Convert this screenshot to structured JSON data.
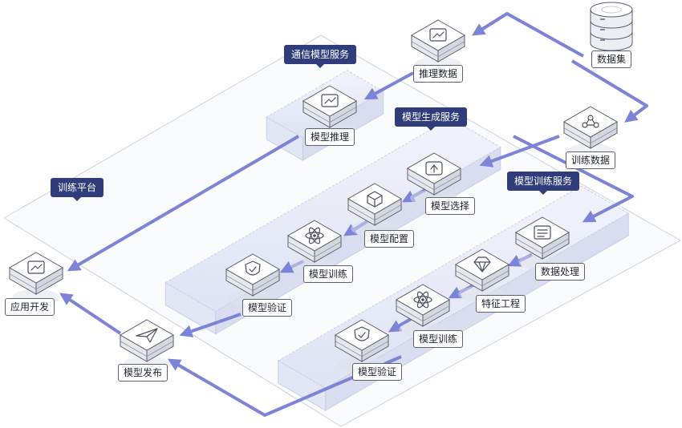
{
  "service_groups": {
    "comm_service": "通信模型服务",
    "gen_service": "模型生成服务",
    "train_service": "模型训练服务",
    "platform": "训练平台"
  },
  "nodes": {
    "dataset": "数据集",
    "inference_data": "推理数据",
    "training_data": "训练数据",
    "model_inference": "模型推理",
    "model_select": "模型选择",
    "model_config": "模型配置",
    "model_train_gen": "模型训练",
    "model_validate_gen": "模型验证",
    "data_process": "数据处理",
    "feature_eng": "特征工程",
    "model_train_tr": "模型训练",
    "model_validate_tr": "模型验证",
    "model_publish": "模型发布",
    "app_dev": "应用开发"
  },
  "icons": {
    "dataset": "database-icon",
    "inference_data": "chart-icon",
    "training_data": "network-icon",
    "model_inference": "chart-icon",
    "model_select": "upload-icon",
    "model_config": "cube-icon",
    "model_train": "atom-icon",
    "model_validate": "shield-icon",
    "data_process": "list-icon",
    "feature_eng": "gem-icon",
    "model_publish": "paper-plane-icon",
    "app_dev": "chart-icon"
  },
  "colors": {
    "flow_arrow": "#7b84d6",
    "service_tag": "#2f3d7a",
    "zone_fill": "#e8ebf7",
    "platform_border": "#cfd3dc"
  }
}
